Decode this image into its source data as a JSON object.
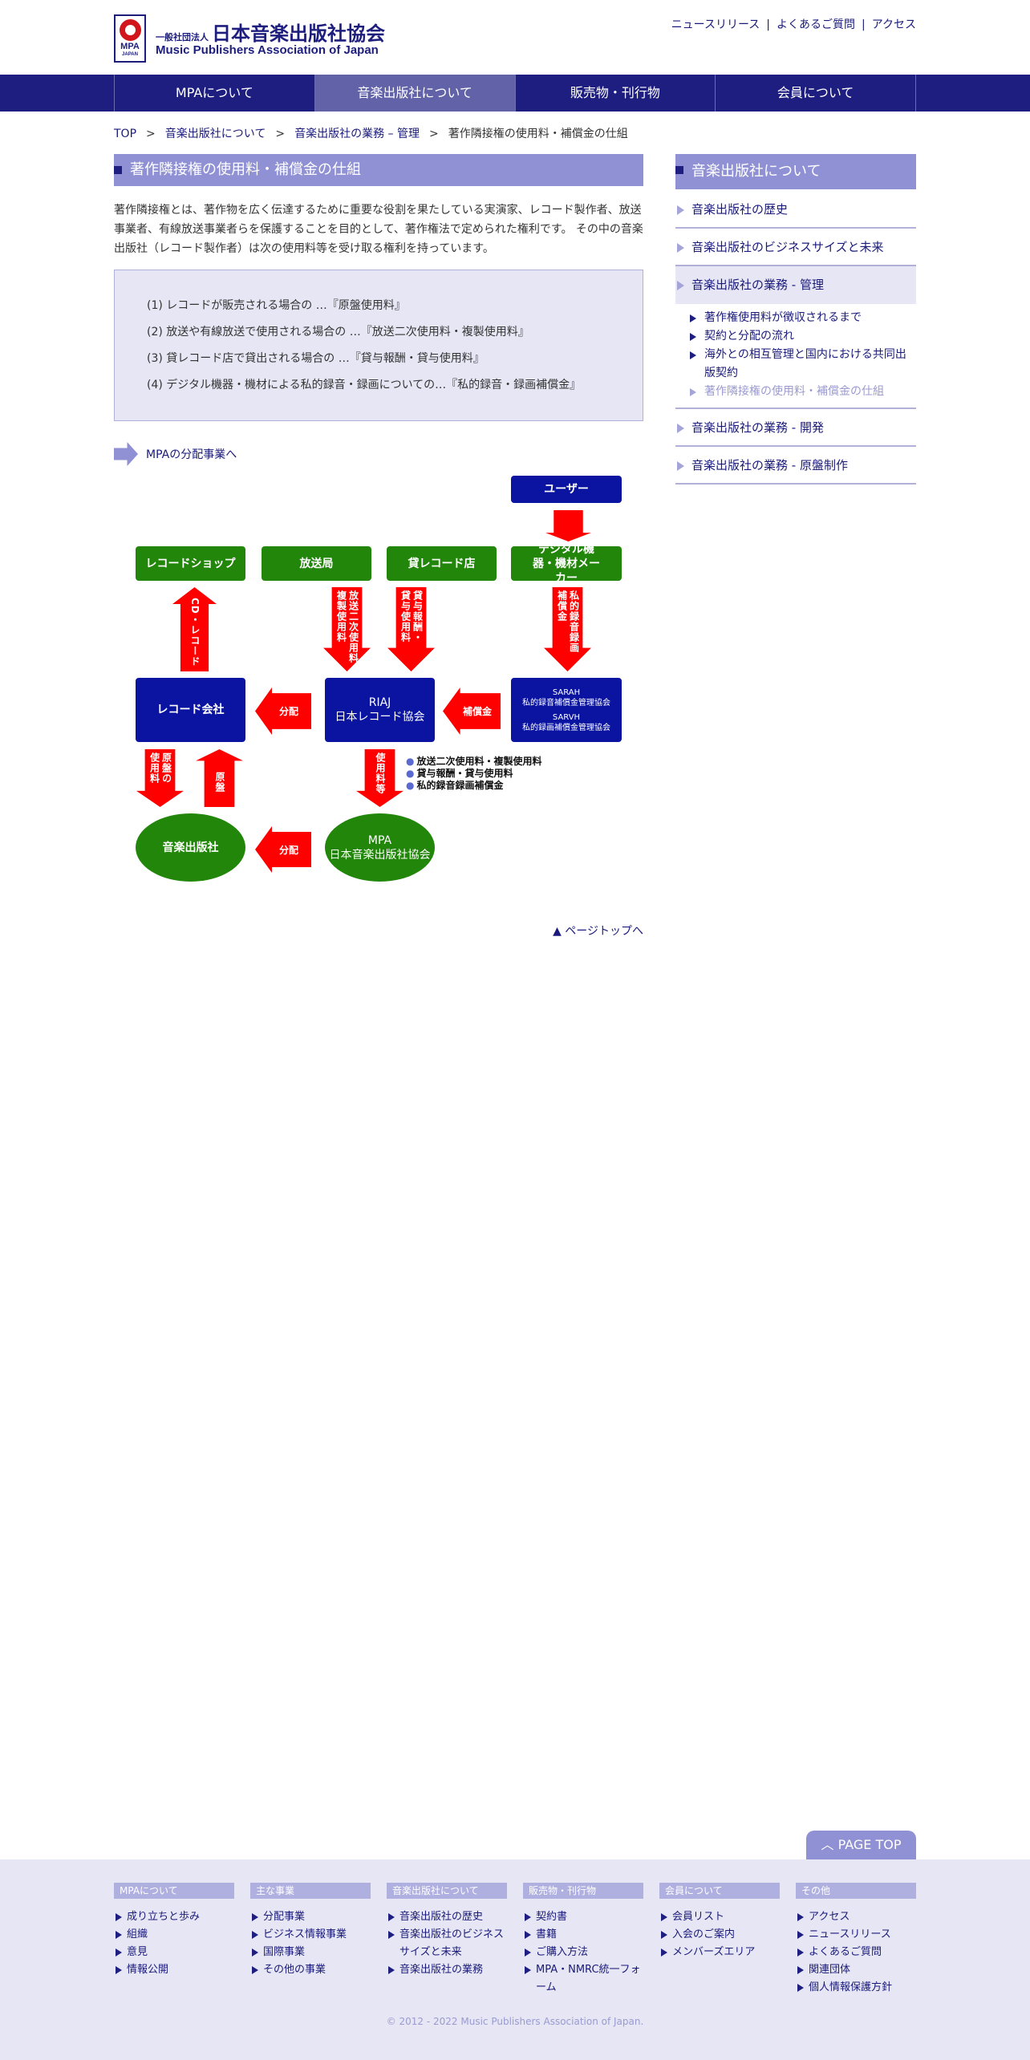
{
  "header": {
    "logo_mark": "MPA",
    "logo_mark_sub": "JAPAN",
    "logo_prefix": "一般社団法人",
    "logo_jp": "日本音楽出版社協会",
    "logo_en": "Music Publishers Association of Japan",
    "top_links": [
      "ニュースリリース",
      "よくあるご質問",
      "アクセス"
    ],
    "separator": "|"
  },
  "nav": [
    "MPAについて",
    "音楽出版社について",
    "販売物・刊行物",
    "会員について"
  ],
  "breadcrumb": {
    "items": [
      "TOP",
      "音楽出版社について",
      "音楽出版社の業務 – 管理"
    ],
    "current": "著作隣接権の使用料・補償金の仕組",
    "sep": ">"
  },
  "main": {
    "title": "著作隣接権の使用料・補償金の仕組",
    "intro": "著作隣接権とは、著作物を広く伝達するために重要な役割を果たしている実演家、レコード製作者、放送事業者、有線放送事業者らを保護することを目的として、著作権法で定められた権利です。 その中の音楽出版社（レコード製作者）は次の使用料等を受け取る権利を持っています。",
    "list": [
      "(1) レコードが販売される場合の …『原盤使用料』",
      "(2) 放送や有線放送で使用される場合の …『放送二次使用料・複製使用料』",
      "(3) 貸レコード店で貸出される場合の …『貸与報酬・貸与使用料』",
      "(4) デジタル機器・機材による私的録音・録画についての…『私的録音・録画補償金』"
    ],
    "mpa_link": "MPAの分配事業へ",
    "page_top_link": "▲ ページトップへ"
  },
  "diagram": {
    "user": "ユーザー",
    "record_shop": "レコードショップ",
    "broadcaster": "放送局",
    "rental_shop": "貸レコード店",
    "maker": "デジタル機器・機材メーカー",
    "record_company": "レコード会社",
    "riaj_1": "RIAJ",
    "riaj_2": "日本レコード協会",
    "sarah": "SARAH",
    "sarah_full": "私的録音補償金管理協会",
    "sarvh": "SARVH",
    "sarvh_full": "私的録画補償金管理協会",
    "publisher": "音楽出版社",
    "mpa_1": "MPA",
    "mpa_2": "日本音楽出版社協会",
    "arrow_cd": "CD・レコード",
    "arrow_broadcast_1": "放送二次使用料",
    "arrow_broadcast_2": "複製使用料",
    "arrow_rental_1": "貸与報酬・",
    "arrow_rental_2": "貸与使用料",
    "arrow_private_1": "私的録音録画",
    "arrow_private_2": "補償金",
    "arrow_dist_1": "分配",
    "arrow_comp": "補償金",
    "arrow_master_fee_1": "原盤の",
    "arrow_master_fee_2": "使用料",
    "arrow_master": "原盤",
    "arrow_fees": "使用料等",
    "arrow_dist_2": "分配",
    "bullets": [
      "放送二次使用料・複製使用料",
      "貸与報酬・貸与使用料",
      "私的録音録画補償金"
    ]
  },
  "sidebar": {
    "title": "音楽出版社について",
    "items": [
      "音楽出版社の歴史",
      "音楽出版社のビジネスサイズと未来",
      "音楽出版社の業務 - 管理"
    ],
    "sub": [
      "著作権使用料が徴収されるまで",
      "契約と分配の流れ",
      "海外との相互管理と国内における共同出版契約",
      "著作隣接権の使用料・補償金の仕組"
    ],
    "items_after": [
      "音楽出版社の業務 - 開発",
      "音楽出版社の業務 - 原盤制作"
    ]
  },
  "page_top_button": "PAGE TOP",
  "footer": {
    "columns": [
      {
        "heading": "MPAについて",
        "items": [
          "成り立ちと歩み",
          "組織",
          "意見",
          "情報公開"
        ]
      },
      {
        "heading": "主な事業",
        "items": [
          "分配事業",
          "ビジネス情報事業",
          "国際事業",
          "その他の事業"
        ]
      },
      {
        "heading": "音楽出版社について",
        "items": [
          "音楽出版社の歴史",
          "音楽出版社のビジネスサイズと未来",
          "音楽出版社の業務"
        ]
      },
      {
        "heading": "販売物・刊行物",
        "items": [
          "契約書",
          "書籍",
          "ご購入方法",
          "MPA・NMRC統一フォーム"
        ]
      },
      {
        "heading": "会員について",
        "items": [
          "会員リスト",
          "入会のご案内",
          "メンバーズエリア"
        ]
      },
      {
        "heading": "その他",
        "items": [
          "アクセス",
          "ニュースリリース",
          "よくあるご質問",
          "関連団体",
          "個人情報保護方針"
        ]
      }
    ],
    "copyright": "© 2012 - 2022 Music Publishers Association of Japan."
  }
}
